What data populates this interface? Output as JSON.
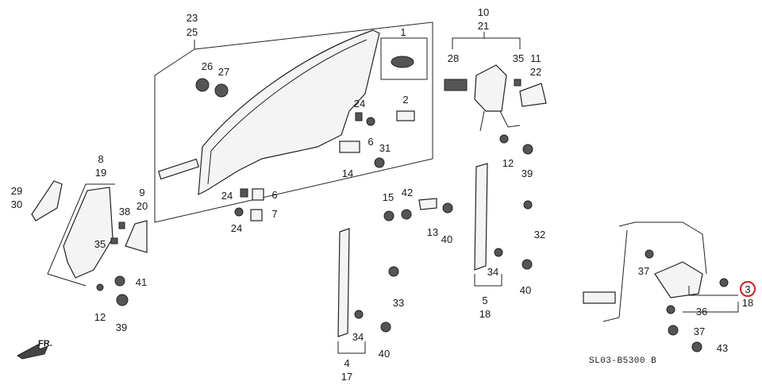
{
  "diagram_code": "SL03-B5300 B",
  "direction_label": "FR.",
  "highlight_color": "#d21f1f",
  "labels": {
    "l23": "23",
    "l25": "25",
    "l1": "1",
    "l26": "26",
    "l27": "27",
    "l2": "2",
    "l24a": "24",
    "l24b": "24",
    "l24c": "24",
    "l6a": "6",
    "l6b": "6",
    "l7": "7",
    "l31": "31",
    "l14": "14",
    "l10": "10",
    "l21": "21",
    "l28": "28",
    "l35a": "35",
    "l11": "11",
    "l22": "22",
    "l12a": "12",
    "l39a": "39",
    "l8": "8",
    "l19": "19",
    "l9": "9",
    "l20": "20",
    "l29": "29",
    "l30": "30",
    "l38": "38",
    "l35b": "35",
    "l41": "41",
    "l12b": "12",
    "l39b": "39",
    "l15": "15",
    "l42": "42",
    "l13": "13",
    "l40a": "40",
    "l32": "32",
    "l34a": "34",
    "l40b": "40",
    "l5": "5",
    "l18a": "18",
    "l33": "33",
    "l34b": "34",
    "l40c": "40",
    "l4": "4",
    "l17": "17",
    "l37a": "37",
    "l3": "3",
    "l18b": "18",
    "l36": "36",
    "l37b": "37",
    "l43": "43"
  }
}
